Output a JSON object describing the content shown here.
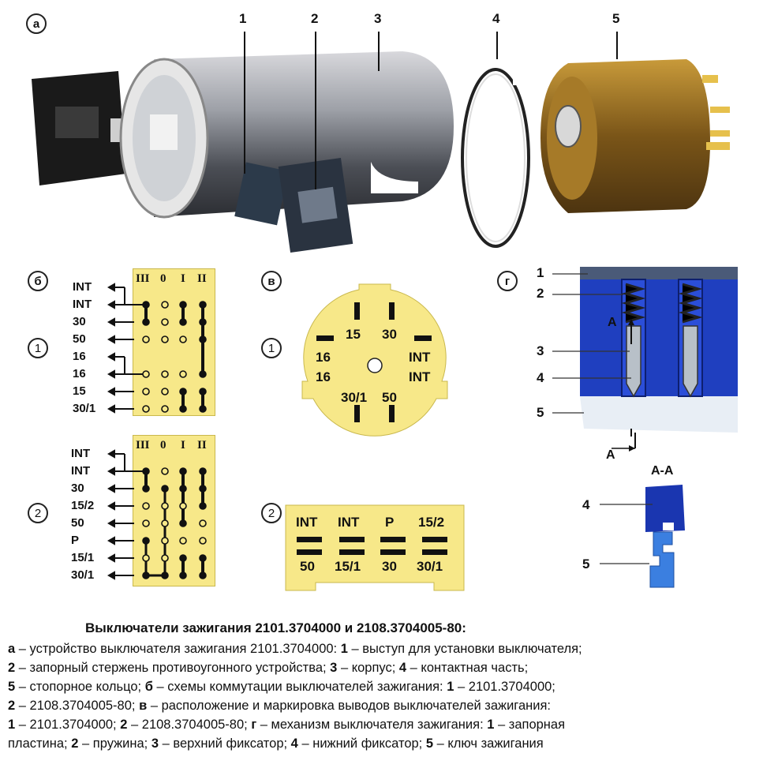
{
  "panel_a": {
    "marker": "а",
    "callouts": [
      "1",
      "2",
      "3",
      "4",
      "5"
    ]
  },
  "panel_b": {
    "marker": "б",
    "scheme1": {
      "marker": "1",
      "headers": [
        "III",
        "0",
        "I",
        "II"
      ],
      "terminals": [
        "INT",
        "INT",
        "30",
        "50",
        "16",
        "16",
        "15",
        "30/1"
      ]
    },
    "scheme2": {
      "marker": "2",
      "headers": [
        "III",
        "0",
        "I",
        "II"
      ],
      "terminals": [
        "INT",
        "INT",
        "30",
        "15/2",
        "50",
        "P",
        "15/1",
        "30/1"
      ]
    }
  },
  "panel_v": {
    "marker": "в",
    "round_connector": {
      "marker": "1",
      "labels": [
        "15",
        "30",
        "16",
        "INT",
        "16",
        "INT",
        "30/1",
        "50"
      ]
    },
    "rect_connector": {
      "marker": "2",
      "top_labels": [
        "INT",
        "INT",
        "P",
        "15/2"
      ],
      "bottom_labels": [
        "50",
        "15/1",
        "30",
        "30/1"
      ]
    }
  },
  "panel_g": {
    "marker": "г",
    "callouts": [
      "1",
      "2",
      "3",
      "4",
      "5"
    ],
    "section_mark": "A",
    "section_title": "А-А",
    "section_callouts": [
      "4",
      "5"
    ]
  },
  "caption": {
    "title": "Выключатели зажигания 2101.3704000 и 2108.3704005-80:",
    "lines": [
      [
        {
          "b": "а"
        },
        {
          "t": " – устройство выключателя зажигания 2101.3704000: "
        },
        {
          "b": "1"
        },
        {
          "t": " – выступ для установки выключателя;"
        }
      ],
      [
        {
          "b": "2"
        },
        {
          "t": " – запорный стержень противоугонного устройства; "
        },
        {
          "b": "3"
        },
        {
          "t": " – корпус; "
        },
        {
          "b": "4"
        },
        {
          "t": " – контактная часть;"
        }
      ],
      [
        {
          "b": "5"
        },
        {
          "t": " – стопорное кольцо; "
        },
        {
          "b": "б"
        },
        {
          "t": " – схемы коммутации выключателей зажигания: "
        },
        {
          "b": "1"
        },
        {
          "t": " – 2101.3704000;"
        }
      ],
      [
        {
          "b": "2"
        },
        {
          "t": " – 2108.3704005-80; "
        },
        {
          "b": "в"
        },
        {
          "t": " – расположение и маркировка выводов выключателей зажигания:"
        }
      ],
      [
        {
          "b": "1"
        },
        {
          "t": " – 2101.3704000; "
        },
        {
          "b": "2"
        },
        {
          "t": " – 2108.3704005-80; "
        },
        {
          "b": "г"
        },
        {
          "t": " – механизм выключателя зажигания: "
        },
        {
          "b": "1"
        },
        {
          "t": " – запорная"
        }
      ],
      [
        {
          "t": "пластина; "
        },
        {
          "b": "2"
        },
        {
          "t": " – пружина; "
        },
        {
          "b": "3"
        },
        {
          "t": " – верхний фиксатор; "
        },
        {
          "b": "4"
        },
        {
          "t": " – нижний фиксатор; "
        },
        {
          "b": "5"
        },
        {
          "t": " – ключ зажигания"
        }
      ]
    ]
  },
  "colors": {
    "board": "#f7e889",
    "mech_blue": "#1f3fbf",
    "plate": "#4a5a78",
    "section_blue": "#1a36b0",
    "key_blue": "#3b7fe0"
  }
}
